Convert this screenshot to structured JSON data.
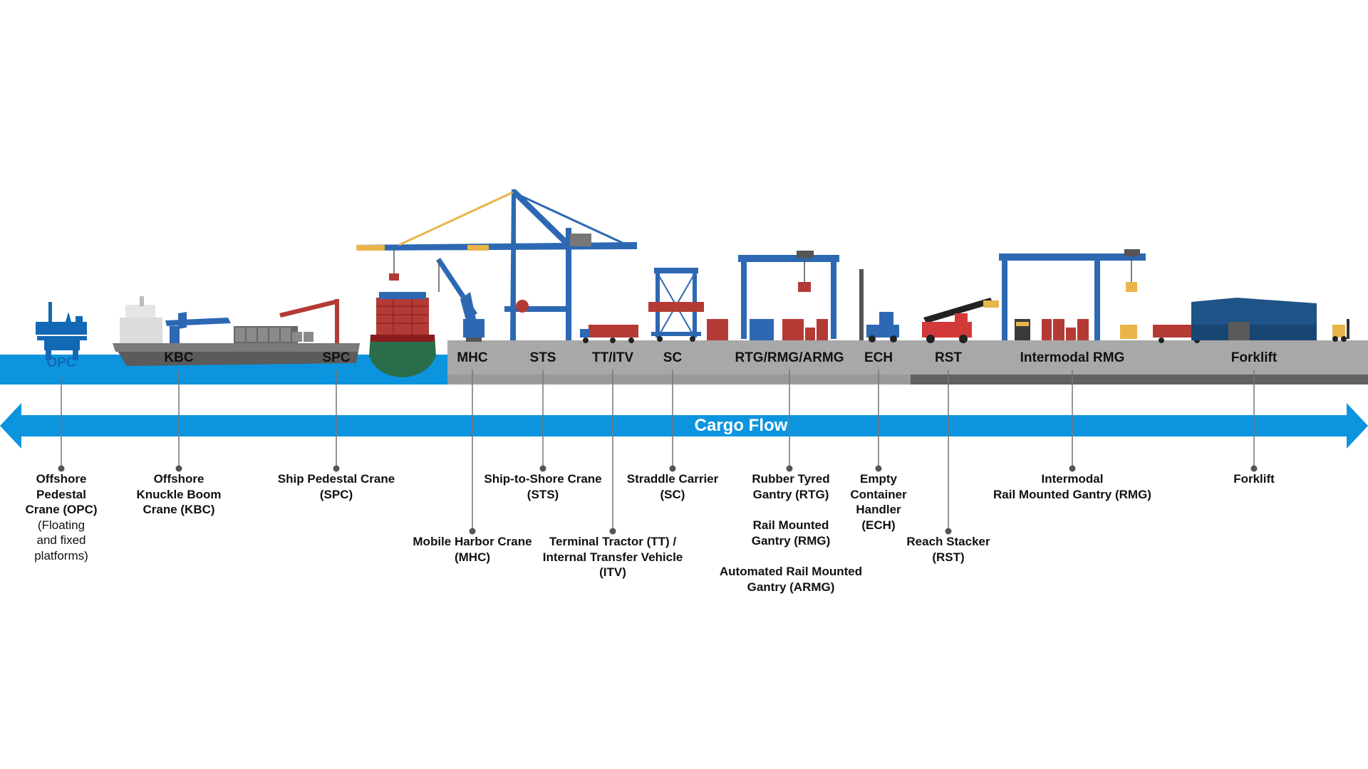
{
  "flow_label": "Cargo Flow",
  "colors": {
    "accent": "#0c95de",
    "quay": "#a8a8a8",
    "rail": "#616161",
    "crane": "#2d68b3",
    "container": "#b43a35"
  },
  "equipment": [
    {
      "id": "opc",
      "abbr": "OPC",
      "lines": [
        "Offshore",
        "Pedestal",
        "Crane (OPC)"
      ],
      "sub": [
        "(Floating",
        "and fixed",
        "platforms)"
      ]
    },
    {
      "id": "kbc",
      "abbr": "KBC",
      "lines": [
        "Offshore",
        "Knuckle Boom",
        "Crane (KBC)"
      ],
      "sub": []
    },
    {
      "id": "spc",
      "abbr": "SPC",
      "lines": [
        "Ship Pedestal Crane",
        "(SPC)"
      ],
      "sub": []
    },
    {
      "id": "mhc",
      "abbr": "MHC",
      "lines": [
        "Mobile Harbor Crane",
        "(MHC)"
      ],
      "sub": []
    },
    {
      "id": "sts",
      "abbr": "STS",
      "lines": [
        "Ship-to-Shore Crane",
        "(STS)"
      ],
      "sub": []
    },
    {
      "id": "ttitv",
      "abbr": "TT/ITV",
      "lines": [
        "Terminal Tractor (TT) /",
        "Internal Transfer Vehicle",
        "(ITV)"
      ],
      "sub": []
    },
    {
      "id": "sc",
      "abbr": "SC",
      "lines": [
        "Straddle Carrier",
        "(SC)"
      ],
      "sub": []
    },
    {
      "id": "rtg",
      "abbr": "RTG/RMG/ARMG",
      "lines": [
        "Rubber Tyred",
        "Gantry (RTG)"
      ],
      "sub": []
    },
    {
      "id": "ech",
      "abbr": "ECH",
      "lines": [
        "Empty",
        "Container",
        "Handler",
        "(ECH)"
      ],
      "sub": []
    },
    {
      "id": "rst",
      "abbr": "RST",
      "lines": [
        "Reach Stacker",
        "(RST)"
      ],
      "sub": []
    },
    {
      "id": "irmg",
      "abbr": "Intermodal RMG",
      "lines": [
        "Intermodal",
        "Rail Mounted Gantry (RMG)"
      ],
      "sub": []
    },
    {
      "id": "fork",
      "abbr": "Forklift",
      "lines": [
        "Forklift"
      ],
      "sub": []
    }
  ],
  "extra_labels": {
    "rmg": [
      "Rail Mounted",
      "Gantry (RMG)"
    ],
    "armg": [
      "Automated Rail Mounted",
      "Gantry (ARMG)"
    ]
  }
}
